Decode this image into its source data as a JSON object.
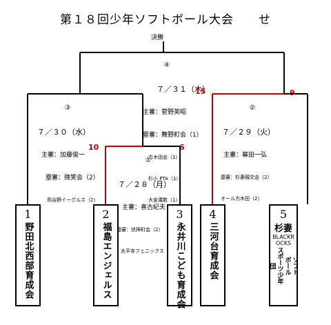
{
  "title": "第１８回少年ソフトボール大会　　せ",
  "final_label": "決勝",
  "matches": [
    {
      "no": "④",
      "date": "７／３１（木）",
      "umpires": [
        "主審：菅野英昭",
        "塁審：舞野町会（1）"
      ],
      "small": [
        "方木田会（1）",
        "杉小 PTA（1）",
        "大金濃数（1）"
      ],
      "score_left": "15",
      "score_right": "9"
    },
    {
      "no": "③",
      "date": "７／３０（水）",
      "umpires": [
        "主審：加藤俊一",
        "塁審：微笑会（2）"
      ],
      "small": [
        "鳥谷野イーグルス（2）"
      ]
    },
    {
      "no": "②",
      "date": "７／２９（火）",
      "umpires": [
        "主審：幕田一弘"
      ],
      "small": [
        "塁審：杉妻親交会（2）",
        "オール方木田（2）"
      ]
    },
    {
      "no": "①",
      "date": "７／２８（月）",
      "umpires": [
        "主審：喜古紀夫"
      ],
      "small": [
        "塁審：伏拝町会（2）",
        "太平寺フェニックス（2）"
      ],
      "score_left": "10",
      "score_right": "6"
    }
  ],
  "teams": [
    {
      "num": "1",
      "name": "野田北西部育成会"
    },
    {
      "num": "2",
      "name": "福島エンジェルス"
    },
    {
      "num": "3",
      "name": "永井川こども育成会"
    },
    {
      "num": "4",
      "name": "三河台育成会"
    },
    {
      "num": "5",
      "name": "杉妻",
      "sub": "BLACKROCKS",
      "cols": [
        "ソフト",
        "ボール",
        "スポーツ少年",
        "団"
      ]
    }
  ],
  "colors": {
    "winner_line": "#c00000",
    "line": "#000000"
  }
}
